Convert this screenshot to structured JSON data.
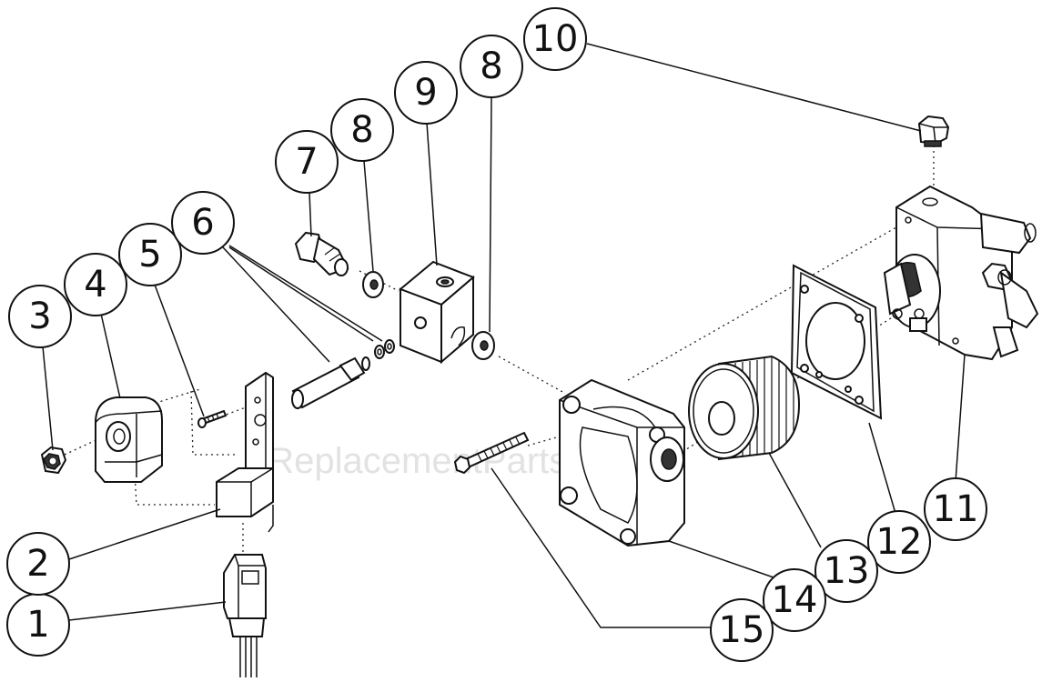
{
  "watermark": "eReplacementParts.com",
  "callouts": [
    {
      "id": "1",
      "label": "1"
    },
    {
      "id": "2",
      "label": "2"
    },
    {
      "id": "3",
      "label": "3"
    },
    {
      "id": "4",
      "label": "4"
    },
    {
      "id": "5",
      "label": "5"
    },
    {
      "id": "6",
      "label": "6"
    },
    {
      "id": "7",
      "label": "7"
    },
    {
      "id": "8a",
      "label": "8"
    },
    {
      "id": "8b",
      "label": "8"
    },
    {
      "id": "9",
      "label": "9"
    },
    {
      "id": "10",
      "label": "10"
    },
    {
      "id": "11",
      "label": "11"
    },
    {
      "id": "12",
      "label": "12"
    },
    {
      "id": "13",
      "label": "13"
    },
    {
      "id": "14",
      "label": "14"
    },
    {
      "id": "15",
      "label": "15"
    }
  ]
}
